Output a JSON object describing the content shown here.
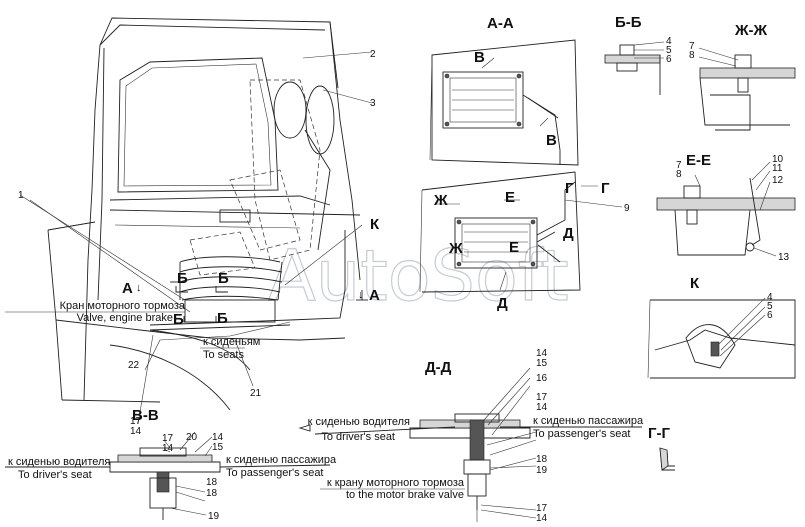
{
  "watermark": "AutoSoft",
  "sections": {
    "aa": "А-А",
    "bb": "Б-Б",
    "zhzh": "Ж-Ж",
    "ee": "Е-Е",
    "k": "К",
    "dd": "Д-Д",
    "vv": "В-В",
    "gg": "Г-Г"
  },
  "cab_labels": {
    "a_arrow": "А",
    "a_arrow2": "А",
    "k": "К",
    "b1": "Б",
    "b2": "Б",
    "b3": "Б",
    "b4": "Б"
  },
  "detail_labels": {
    "v_top": "В",
    "v_bottom": "В",
    "zh_top": "Ж",
    "zh_bottom": "Ж",
    "e_top": "Е",
    "e_bottom": "Е",
    "g": "Г",
    "g2": "Г",
    "d_right": "Д",
    "d_bottom": "Д"
  },
  "callouts": {
    "n1": "1",
    "n2": "2",
    "n3": "3",
    "n9": "9",
    "n22": "22",
    "n21": "21",
    "bb_4": "4",
    "bb_5": "5",
    "bb_6": "6",
    "zh_7": "7",
    "zh_8": "8",
    "ee_7": "7",
    "ee_8": "8",
    "ee_10": "10",
    "ee_11": "11",
    "ee_12": "12",
    "ee_13": "13",
    "k_4": "4",
    "k_5": "5",
    "k_6": "6",
    "vv_17a": "17",
    "vv_14a": "14",
    "vv_17": "17",
    "vv_14": "14",
    "vv_20": "20",
    "vv_14r": "14",
    "vv_15r": "15",
    "vv_18": "18",
    "vv_18b": "18",
    "vv_19": "19",
    "dd_14": "14",
    "dd_15": "15",
    "dd_16": "16",
    "dd_17": "17",
    "dd_14b": "14",
    "dd_18": "18",
    "dd_19": "19",
    "dd_17b": "17",
    "dd_14c": "14"
  },
  "notes": {
    "engine_brake_ru": "Кран моторного тормоза",
    "engine_brake_en": "Valve, engine brake",
    "to_seats_ru": "к сиденьям",
    "to_seats_en": "To seats",
    "vv_driver_ru": "к сиденью водителя",
    "vv_driver_en": "To driver's seat",
    "vv_pass_ru": "к сиденью пассажира",
    "vv_pass_en": "To passenger's seat",
    "dd_driver_ru": "к сиденью водителя",
    "dd_driver_en": "To driver's seat",
    "dd_pass_ru": "к сиденью пассажира",
    "dd_pass_en": "To passenger's seat",
    "dd_brake_ru": "к крану моторного тормоза",
    "dd_brake_en": "to the motor brake valve"
  }
}
